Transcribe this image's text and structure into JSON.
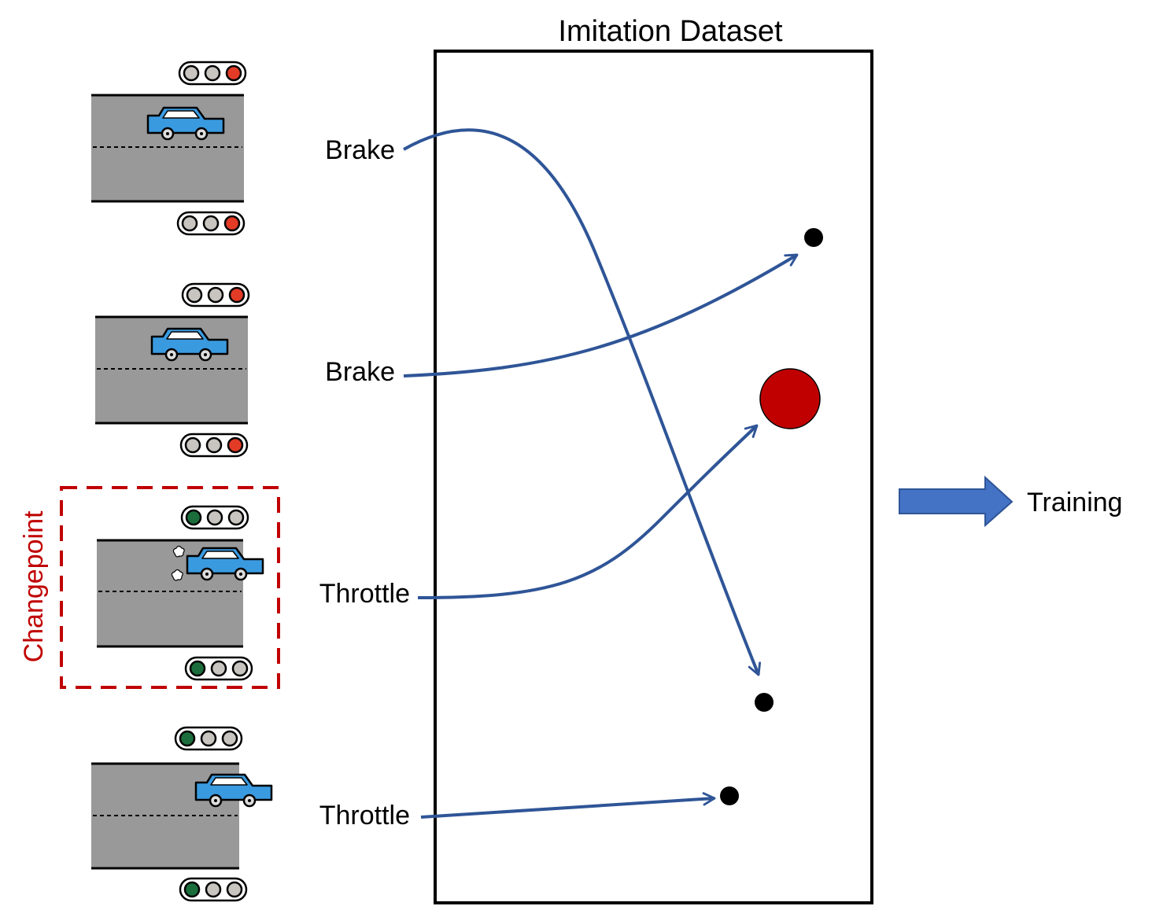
{
  "dataset": {
    "title": "Imitation Dataset"
  },
  "actions": [
    {
      "label": "Brake"
    },
    {
      "label": "Brake"
    },
    {
      "label": "Throttle"
    },
    {
      "label": "Throttle"
    }
  ],
  "changepoint": {
    "label": "Changepoint"
  },
  "output": {
    "label": "Training"
  },
  "colors": {
    "road": "#999999",
    "car": "#3a9ae0",
    "arrow": "#2f5597",
    "training_arrow": "#4472c4",
    "light_red": "#e33b26",
    "light_green": "#1b6e3c",
    "light_off": "#c8c4bf",
    "changepoint": "#c00000",
    "highlight_point": "#c00000",
    "point": "#000000"
  },
  "icons": {
    "car": "car-icon",
    "traffic_light": "traffic-light-icon",
    "exhaust": "exhaust-puff-icon"
  }
}
